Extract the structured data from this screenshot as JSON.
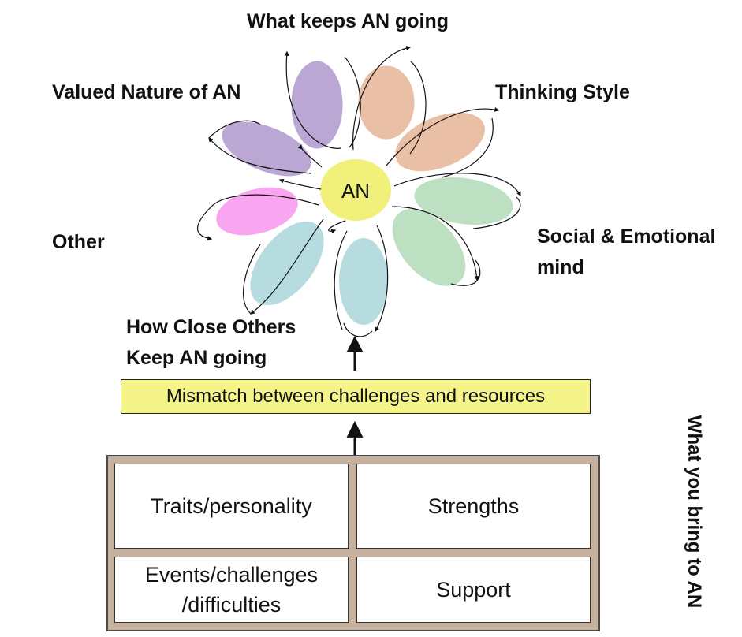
{
  "center_label": "AN",
  "labels": {
    "what_keeps": "What keeps AN going",
    "valued_nature": "Valued Nature of AN",
    "thinking_style": "Thinking Style",
    "other": "Other",
    "social_emotional": [
      "Social & Emotional",
      "mind"
    ],
    "close_others": [
      "How Close Others",
      "Keep AN going"
    ]
  },
  "mismatch": "Mismatch between challenges and resources",
  "grid": {
    "traits": "Traits/personality",
    "strengths": "Strengths",
    "events": [
      "Events/challenges",
      "/difficulties"
    ],
    "support": "Support"
  },
  "side_label": "What you bring to AN",
  "colors": {
    "purple": "#bba7d4",
    "peach": "#e9bfa5",
    "green": "#bce0c1",
    "pink": "#f9a5ef",
    "blue": "#b7dce0",
    "center": "#f0f07a",
    "mismatch": "#f4f489",
    "frame": "#c5b19e"
  }
}
